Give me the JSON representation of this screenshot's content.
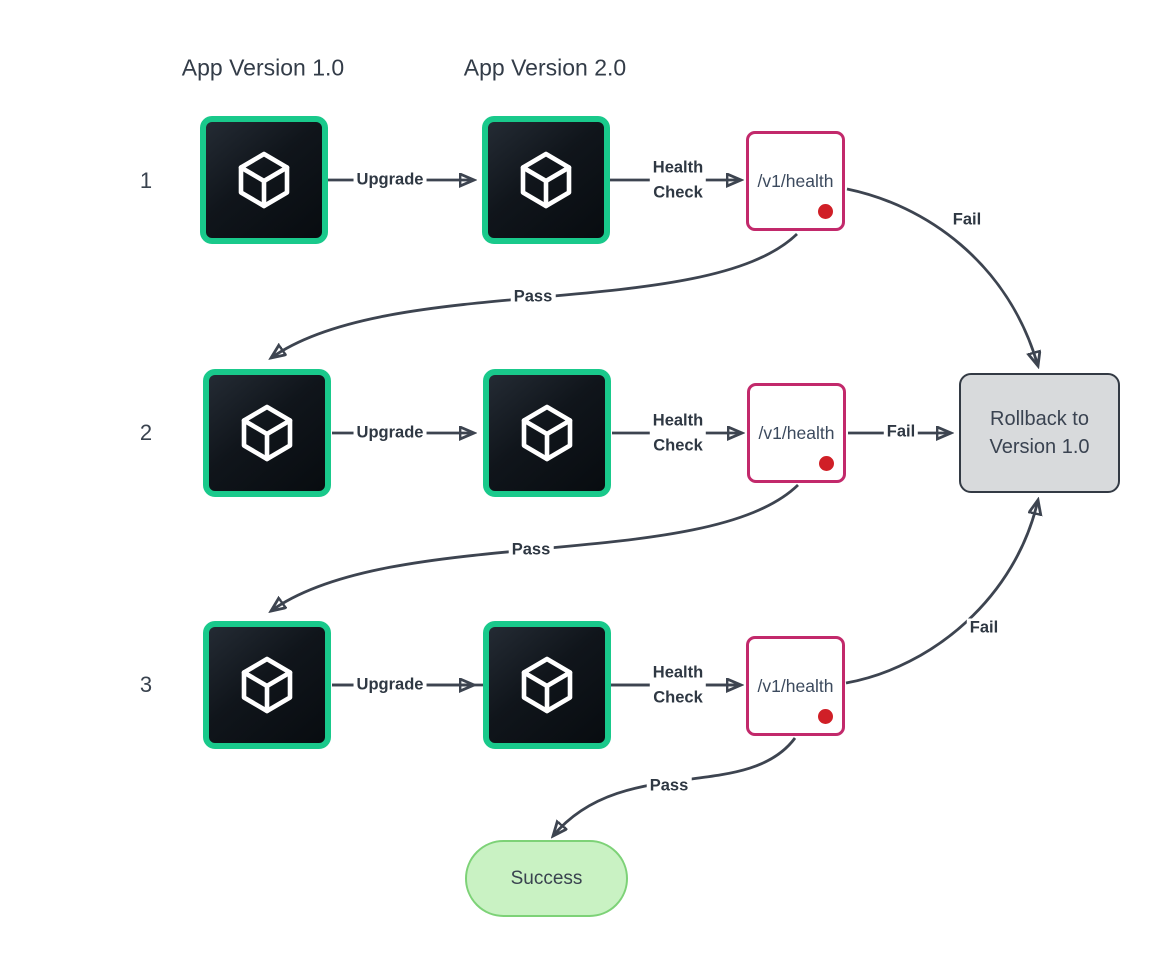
{
  "columns": {
    "col1": "App Version 1.0",
    "col2": "App Version 2.0"
  },
  "row_numbers": [
    "1",
    "2",
    "3"
  ],
  "health_node": {
    "endpoint": "/v1/health"
  },
  "rollback_node": {
    "line1": "Rollback to",
    "line2": "Version 1.0"
  },
  "success_node": {
    "label": "Success"
  },
  "edges": [
    {
      "name": "upgrade-row1",
      "label": "Upgrade"
    },
    {
      "name": "healthcheck-row1",
      "label_line1": "Health",
      "label_line2": "Check"
    },
    {
      "name": "fail-row1",
      "label": "Fail"
    },
    {
      "name": "pass-row1",
      "label": "Pass"
    },
    {
      "name": "upgrade-row2",
      "label": "Upgrade"
    },
    {
      "name": "healthcheck-row2",
      "label_line1": "Health",
      "label_line2": "Check"
    },
    {
      "name": "fail-row2",
      "label": "Fail"
    },
    {
      "name": "pass-row2",
      "label": "Pass"
    },
    {
      "name": "upgrade-row3",
      "label": "Upgrade"
    },
    {
      "name": "healthcheck-row3",
      "label_line1": "Health",
      "label_line2": "Check"
    },
    {
      "name": "fail-row3",
      "label": "Fail"
    },
    {
      "name": "pass-row3",
      "label": "Pass"
    }
  ],
  "icons": {
    "app_node": "cube-icon",
    "health_status": "status-dot"
  },
  "colors": {
    "node_border_green": "#19c98b",
    "node_fill_dark": "#0d1117",
    "health_border_pink": "#c2296b",
    "status_dot_red": "#d01f27",
    "rollback_fill_gray": "#d8dadc",
    "success_fill_green": "#c9f2c3",
    "success_border_green": "#7dd277",
    "arrow_dark": "#3d4450"
  }
}
